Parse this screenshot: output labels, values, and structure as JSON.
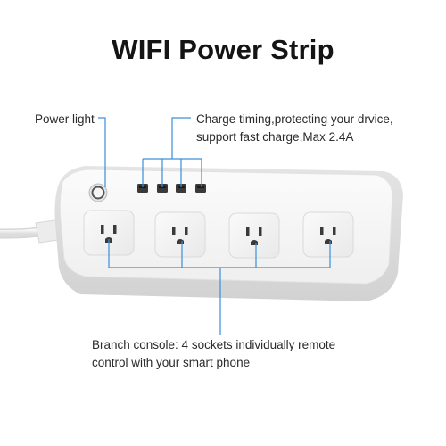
{
  "title": "WIFI Power Strip",
  "labels": {
    "power_light": "Power light",
    "charge_line1": "Charge timing,protecting your drvice,",
    "charge_line2": "support fast charge,Max 2.4A",
    "branch_line1": "Branch console: 4 sockets individually remote",
    "branch_line2": "control with your smart phone"
  },
  "colors": {
    "callout": "#3a8fd9",
    "strip_body": "#f4f4f4",
    "title": "#141414",
    "text": "#2a2a2a"
  },
  "icons": [
    "power-button-icon",
    "usb-port-icon",
    "ac-socket-icon",
    "power-cord-icon"
  ]
}
